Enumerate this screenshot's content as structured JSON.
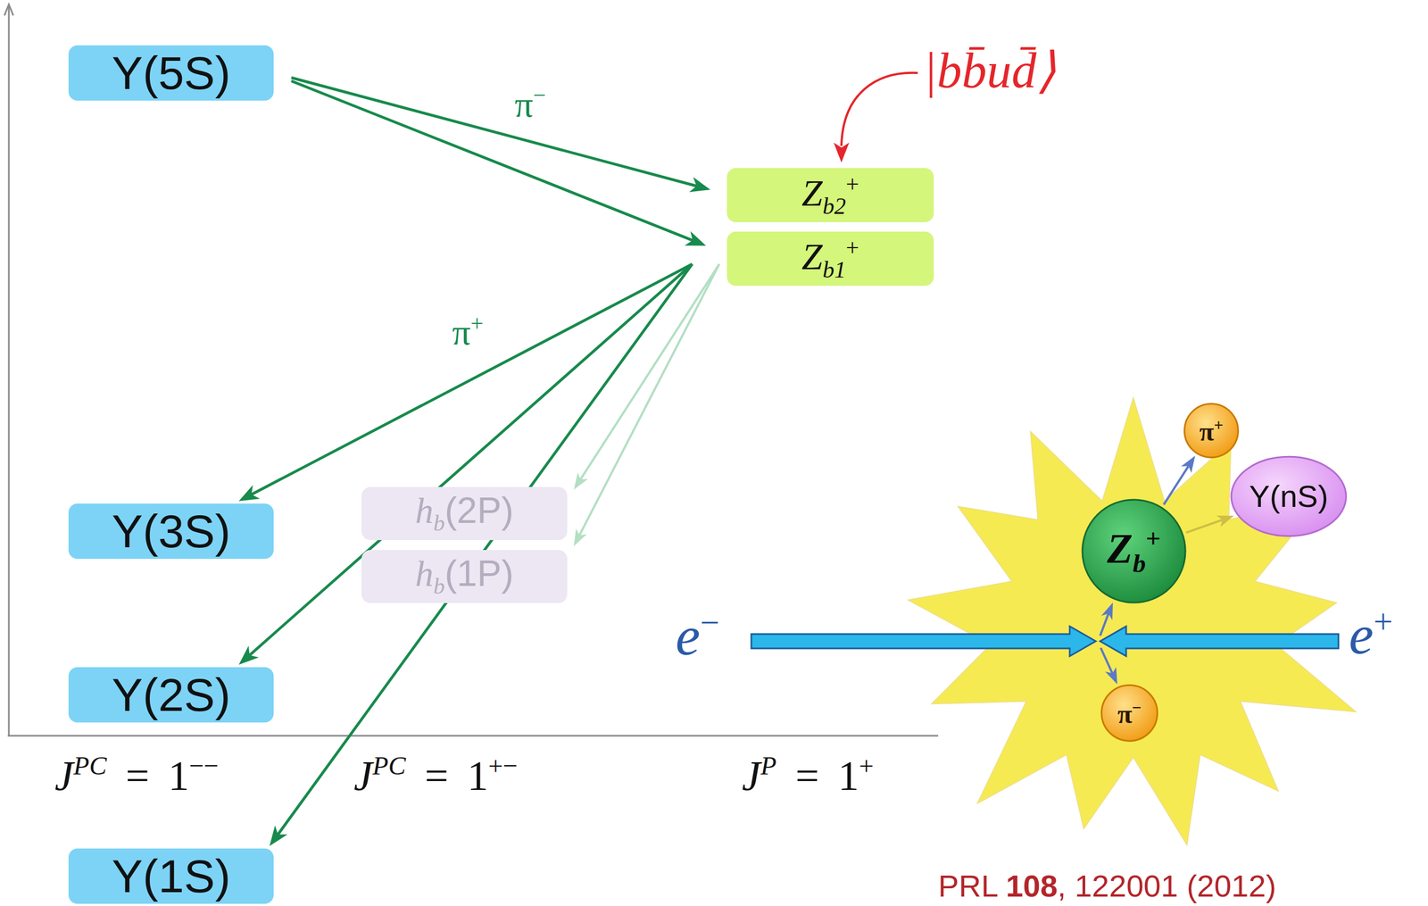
{
  "diagram": {
    "nodes": [
      {
        "text": [
          "Υ(5S)"
        ]
      },
      {
        "text": [
          "Zb2+"
        ]
      },
      {
        "text": [
          "Zb1+"
        ]
      },
      {
        "text": [
          "Υ(3S)"
        ]
      },
      {
        "text": [
          "hb(2P)"
        ]
      },
      {
        "text": [
          "hb(1P)"
        ]
      },
      {
        "text": [
          "Υ(2S)"
        ]
      },
      {
        "text": [
          "Υ(1S)"
        ]
      },
      {
        "text": [
          "π+"
        ]
      },
      {
        "text": [
          "Υ(nS)"
        ]
      },
      {
        "text": [
          "Zb+"
        ]
      },
      {
        "text": [
          "π−"
        ]
      }
    ],
    "edges": [
      {
        "from": 0,
        "to": 1,
        "arrow": "to"
      },
      {
        "from": 0,
        "to": 2,
        "arrow": "to"
      },
      {
        "from": 2,
        "to": 3,
        "arrow": "to"
      },
      {
        "from": 2,
        "to": 6,
        "arrow": "to"
      },
      {
        "from": 2,
        "to": 7,
        "arrow": "to"
      },
      {
        "from": 2,
        "to": 4,
        "arrow": "to"
      },
      {
        "from": 2,
        "to": 5,
        "arrow": "to"
      },
      {
        "from": 10,
        "to": 8,
        "arrow": "to"
      },
      {
        "from": 10,
        "to": 9,
        "arrow": "to"
      }
    ],
    "labels": [
      "|bb̄ud̄⟩",
      "π−",
      "π+",
      "JPC = 1−−",
      "JPC = 1+−",
      "JP = 1+",
      "e−",
      "e+",
      "PRL 108, 122001 (2012)"
    ]
  }
}
